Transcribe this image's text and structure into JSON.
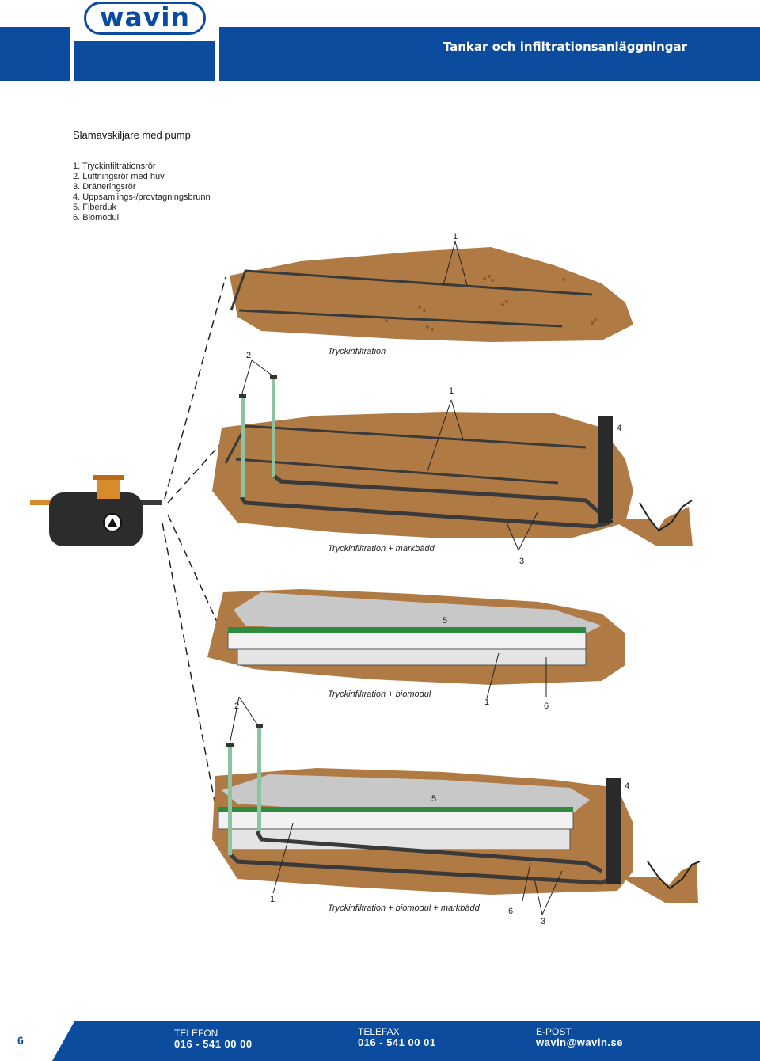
{
  "header": {
    "logo_text": "wavin",
    "title": "Tankar och infiltrationsanläggningar"
  },
  "section": {
    "title": "Slamavskiljare med pump",
    "legend": [
      "1. Tryckinfiltrationsrör",
      "2. Luftningsrör med huv",
      "3. Dräneringsrör",
      "4. Uppsamlings-/provtagningsbrunn",
      "5. Fiberduk",
      "6. Biomodul"
    ]
  },
  "diagram": {
    "captions": {
      "panel1": "Tryckinfiltration",
      "panel2": "Tryckinfiltration + markbädd",
      "panel3": "Tryckinfiltration + biomodul",
      "panel4": "Tryckinfiltration + biomodul + markbädd"
    },
    "callouts": {
      "p1_1": "1",
      "p2_2": "2",
      "p2_1": "1",
      "p2_4": "4",
      "p2_3": "3",
      "p3_5": "5",
      "p3_2": "2",
      "p3_1": "1",
      "p3_6": "6",
      "p4_4": "4",
      "p4_5": "5",
      "p4_1": "1",
      "p4_6": "6",
      "p4_3": "3"
    },
    "colors": {
      "soil": "#b07a45",
      "pipe": "#3a3a3a",
      "vent": "#8dc3a0",
      "fabric": "#c8c8c8",
      "module": "#2e8b3e"
    }
  },
  "footer": {
    "page_number": "6",
    "phone_label": "TELEFON",
    "phone_value": "016 - 541 00 00",
    "fax_label": "TELEFAX",
    "fax_value": "016 - 541 00 01",
    "email_label": "E-POST",
    "email_value": "wavin@wavin.se"
  }
}
